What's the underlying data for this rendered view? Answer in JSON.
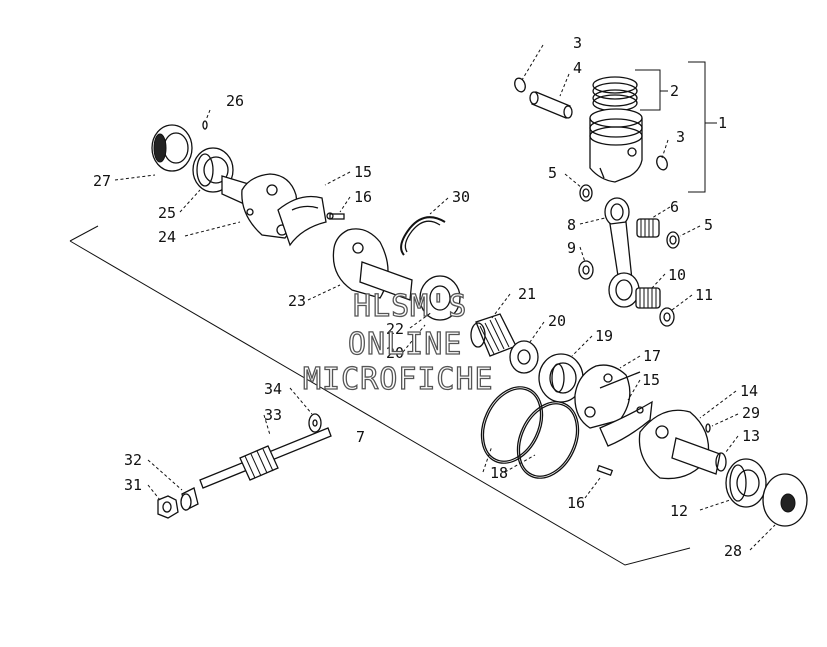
{
  "watermark": {
    "line1": "HLSM'S",
    "line2": "ONLINE",
    "line3": "MICROFICHE"
  },
  "callouts": [
    {
      "id": "c1",
      "label": "1"
    },
    {
      "id": "c2",
      "label": "2"
    },
    {
      "id": "c3a",
      "label": "3"
    },
    {
      "id": "c3b",
      "label": "3"
    },
    {
      "id": "c4",
      "label": "4"
    },
    {
      "id": "c5a",
      "label": "5"
    },
    {
      "id": "c5b",
      "label": "5"
    },
    {
      "id": "c6",
      "label": "6"
    },
    {
      "id": "c7",
      "label": "7"
    },
    {
      "id": "c8",
      "label": "8"
    },
    {
      "id": "c9",
      "label": "9"
    },
    {
      "id": "c10",
      "label": "10"
    },
    {
      "id": "c11",
      "label": "11"
    },
    {
      "id": "c12",
      "label": "12"
    },
    {
      "id": "c13",
      "label": "13"
    },
    {
      "id": "c14",
      "label": "14"
    },
    {
      "id": "c15a",
      "label": "15"
    },
    {
      "id": "c15b",
      "label": "15"
    },
    {
      "id": "c16a",
      "label": "16"
    },
    {
      "id": "c16b",
      "label": "16"
    },
    {
      "id": "c17",
      "label": "17"
    },
    {
      "id": "c18",
      "label": "18"
    },
    {
      "id": "c19",
      "label": "19"
    },
    {
      "id": "c20a",
      "label": "20"
    },
    {
      "id": "c20b",
      "label": "20"
    },
    {
      "id": "c21",
      "label": "21"
    },
    {
      "id": "c22",
      "label": "22"
    },
    {
      "id": "c23",
      "label": "23"
    },
    {
      "id": "c24",
      "label": "24"
    },
    {
      "id": "c25",
      "label": "25"
    },
    {
      "id": "c26",
      "label": "26"
    },
    {
      "id": "c27",
      "label": "27"
    },
    {
      "id": "c28",
      "label": "28"
    },
    {
      "id": "c29",
      "label": "29"
    },
    {
      "id": "c30",
      "label": "30"
    },
    {
      "id": "c31",
      "label": "31"
    },
    {
      "id": "c32",
      "label": "32"
    },
    {
      "id": "c33",
      "label": "33"
    },
    {
      "id": "c34",
      "label": "34"
    }
  ]
}
